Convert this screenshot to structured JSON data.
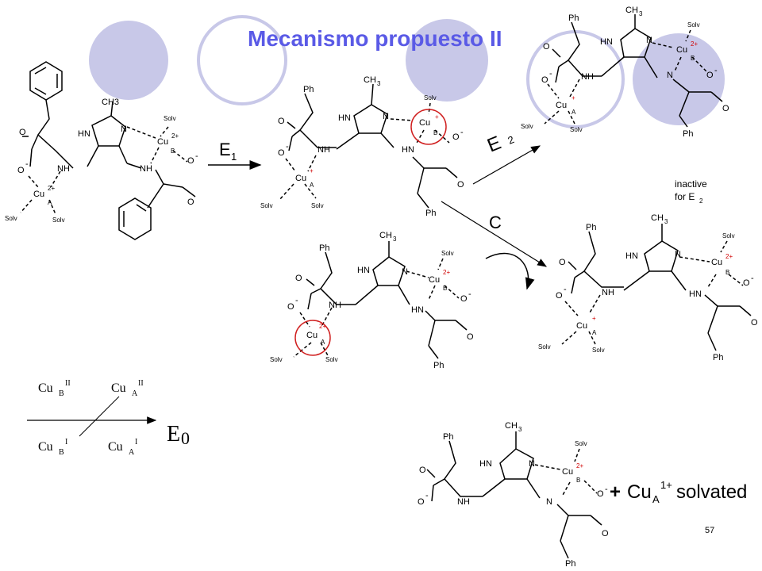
{
  "slide": {
    "title": "Mecanismo propuesto II",
    "page_number": "57"
  },
  "colors": {
    "title": "#5a5ae6",
    "circle_fill": "#c8c8e8",
    "circle_stroke": "#c8c8e8",
    "highlight": "#d02020"
  },
  "labels": {
    "e1": "E",
    "e1_sub": "1",
    "e2": "E",
    "e2_sub": "2",
    "c": "C",
    "inactive_line1": "inactive",
    "inactive_line2": "for E",
    "inactive_sub": "2",
    "e0": "E",
    "e0_sub": "0",
    "cu": "Cu",
    "cub_ii_sub": "B",
    "cub_ii_sup": "II",
    "cua_ii_sub": "A",
    "cua_ii_sup": "II",
    "cub_i_sub": "B",
    "cub_i_sup": "I",
    "cua_i_sub": "A",
    "cua_i_sup": "I",
    "plus": "+",
    "cu_solvated": "Cu",
    "cu_solvated_sub": "A",
    "cu_solvated_sup": "1+",
    "solvated": "solvated"
  },
  "chem": {
    "ch3": "CH3",
    "ch": "CH",
    "three": "3",
    "hn": "HN",
    "n": "N",
    "nh": "NH",
    "o": "O",
    "o_minus": "O",
    "minus": "-",
    "solv": "Solv",
    "cu": "Cu",
    "two_plus": "2+",
    "plus": "+",
    "a": "A",
    "b": "B",
    "ph": "Ph"
  }
}
